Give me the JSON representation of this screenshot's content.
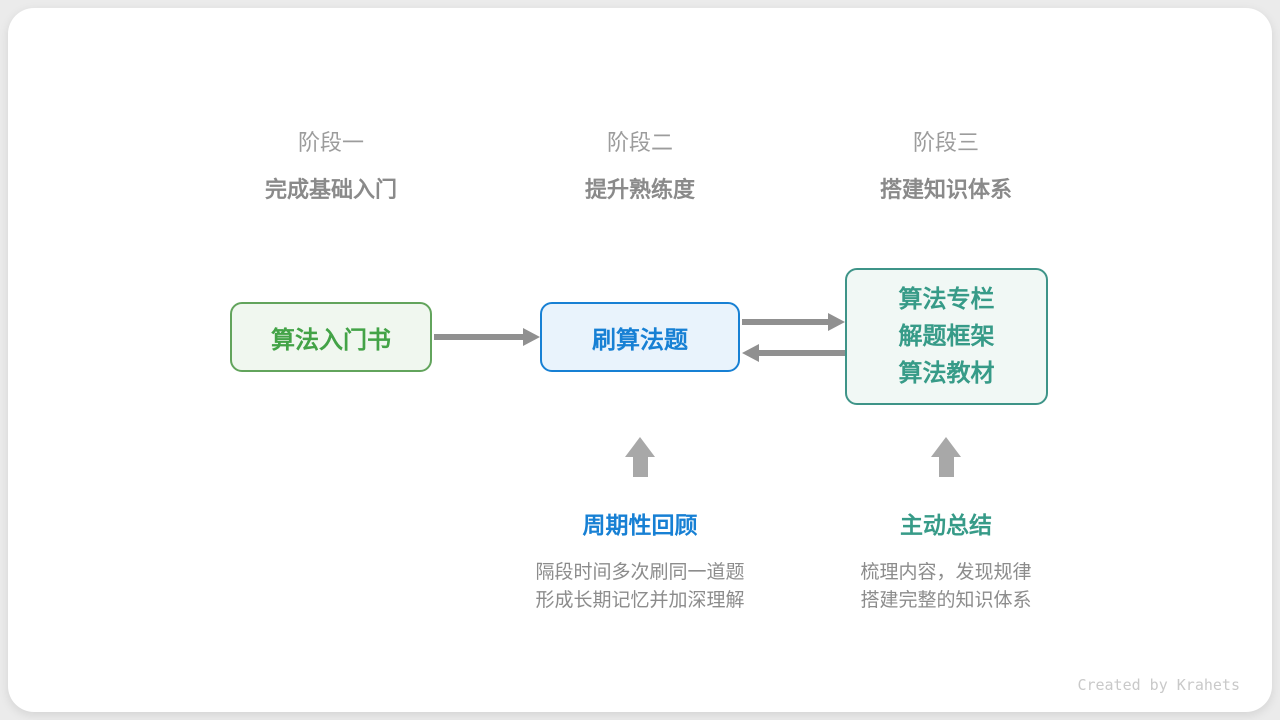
{
  "stages": [
    {
      "label": "阶段一",
      "title": "完成基础入门"
    },
    {
      "label": "阶段二",
      "title": "提升熟练度"
    },
    {
      "label": "阶段三",
      "title": "搭建知识体系"
    }
  ],
  "boxes": [
    {
      "text": "算法入门书"
    },
    {
      "text": "刷算法题"
    },
    {
      "lines": [
        "算法专栏",
        "解题框架",
        "算法教材"
      ]
    }
  ],
  "annotations": [
    {
      "title": "周期性回顾",
      "lines": [
        "隔段时间多次刷同一道题",
        "形成长期记忆并加深理解"
      ]
    },
    {
      "title": "主动总结",
      "lines": [
        "梳理内容，发现规律",
        "搭建完整的知识体系"
      ]
    }
  ],
  "footer": {
    "credit": "Created by Krahets"
  },
  "colors": {
    "page_bg": "#ebebeb",
    "card_bg": "#ffffff",
    "green_border": "#62a45c",
    "green_text": "#43a347",
    "green_bg": "#f0f7ef",
    "blue_border": "#1780d4",
    "blue_text": "#1780d4",
    "blue_bg": "#e9f3fc",
    "teal_border": "#3e9488",
    "teal_text": "#379b88",
    "teal_bg": "#f1f8f5",
    "connector_arrow_gray": "#909090",
    "block_arrow_gray": "#a8a8a8",
    "stage_label_gray": "#9c9c9c",
    "stage_title_gray": "#8a8a8a",
    "description_gray": "#8c8c8c",
    "credit_gray": "#c9c9c9"
  }
}
